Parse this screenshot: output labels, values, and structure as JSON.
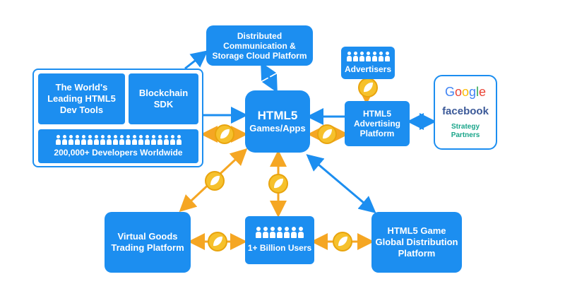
{
  "nodes": {
    "cloud": [
      "Distributed",
      "Communication &",
      "Storage Cloud Platform"
    ],
    "dev_tools": [
      "The World's",
      "Leading HTML5",
      "Dev Tools"
    ],
    "sdk": [
      "Blockchain",
      "SDK"
    ],
    "developers": "200,000+ Developers Worldwide",
    "center": [
      "HTML5",
      "Games/Apps"
    ],
    "advertisers": "Advertisers",
    "ad_platform": [
      "HTML5",
      "Advertising",
      "Platform"
    ],
    "virtual_goods": [
      "Virtual Goods",
      "Trading Platform"
    ],
    "users": "1+ Billion Users",
    "distribution": [
      "HTML5 Game",
      "Global Distribution",
      "Platform"
    ]
  },
  "partners": {
    "google": "Google",
    "facebook": "facebook",
    "label": [
      "Strategy",
      "Partners"
    ]
  },
  "colors": {
    "blue": "#1c8ef0",
    "orange": "#f5a623",
    "coin": "#f6c12c",
    "google": [
      "#4285f4",
      "#ea4335",
      "#fbbc05",
      "#4285f4",
      "#34a853",
      "#ea4335"
    ],
    "facebook": "#3b5998",
    "partner_text": "#1aa58a"
  },
  "icons": {
    "coin": "leaf-coin-icon",
    "person": "person-icon"
  }
}
